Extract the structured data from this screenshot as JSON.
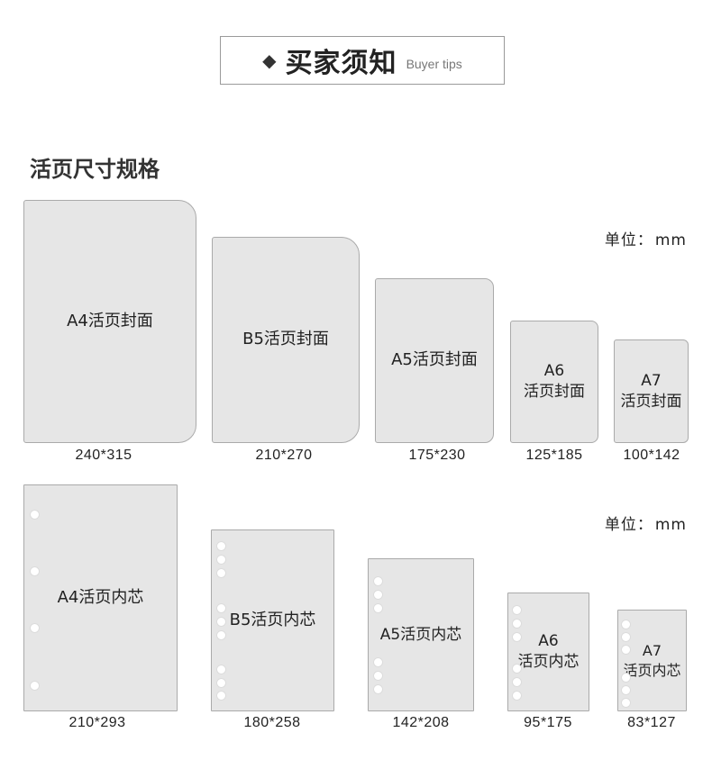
{
  "banner": {
    "title": "买家须知",
    "subtitle": "Buyer tips",
    "icon": "diamond-icon"
  },
  "section": {
    "title": "活页尺寸规格"
  },
  "unit": {
    "label": "单位：",
    "value": "mm"
  },
  "covers": [
    {
      "name": "A4",
      "l1": "A4活页封面",
      "l2": "",
      "size": "240*315"
    },
    {
      "name": "B5",
      "l1": "B5活页封面",
      "l2": "",
      "size": "210*270"
    },
    {
      "name": "A5",
      "l1": "A5活页封面",
      "l2": "",
      "size": "175*230"
    },
    {
      "name": "A6",
      "l1": "A6",
      "l2": "活页封面",
      "size": "125*185"
    },
    {
      "name": "A7",
      "l1": "A7",
      "l2": "活页封面",
      "size": "100*142"
    }
  ],
  "inserts": [
    {
      "name": "A4",
      "l1": "A4活页内芯",
      "l2": "",
      "size": "210*293"
    },
    {
      "name": "B5",
      "l1": "B5活页内芯",
      "l2": "",
      "size": "180*258"
    },
    {
      "name": "A5",
      "l1": "A5活页内芯",
      "l2": "",
      "size": "142*208"
    },
    {
      "name": "A6",
      "l1": "A6",
      "l2": "活页内芯",
      "size": "95*175"
    },
    {
      "name": "A7",
      "l1": "A7",
      "l2": "活页内芯",
      "size": "83*127"
    }
  ],
  "colors": {
    "card_fill": "#e6e6e6",
    "card_border": "#aaaaaa",
    "text": "#222222"
  }
}
